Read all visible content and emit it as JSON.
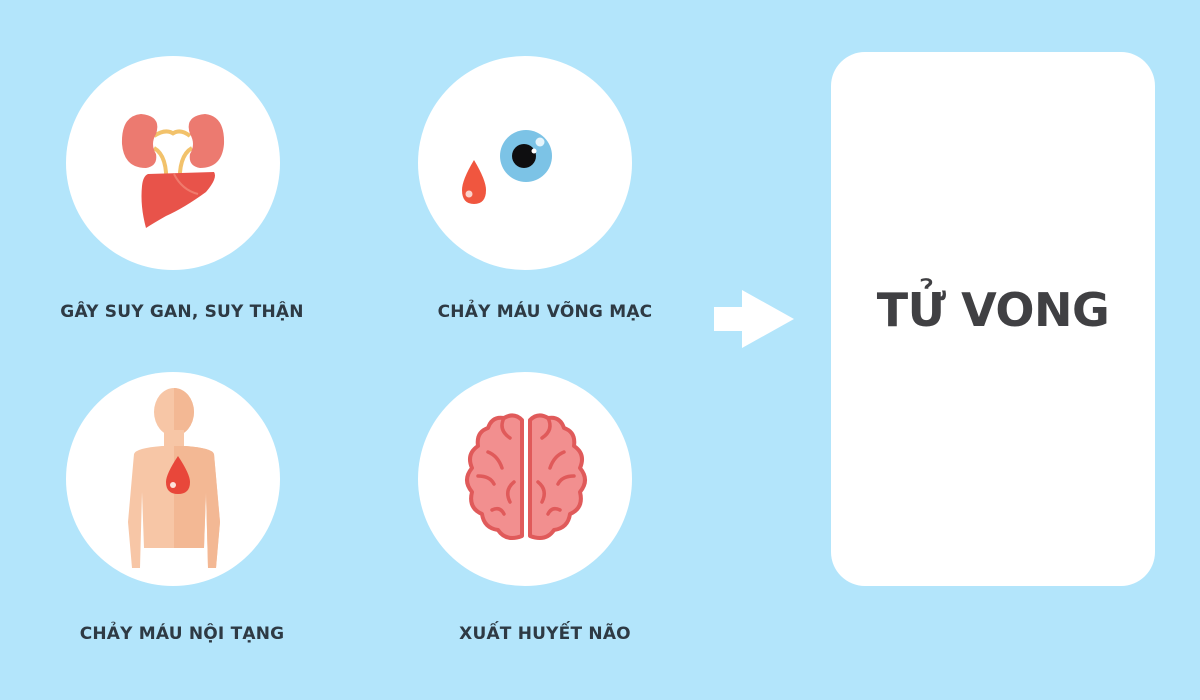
{
  "background_color": "#b3e5fb",
  "causes": [
    {
      "id": "liver-kidney",
      "icon": "kidney-liver-icon",
      "label": "GÂY SUY GAN, SUY THẬN"
    },
    {
      "id": "retina",
      "icon": "eye-blood-drop-icon",
      "label": "CHẢY MÁU VÕNG MẠC"
    },
    {
      "id": "internal",
      "icon": "body-blood-drop-icon",
      "label": "CHẢY MÁU NỘI TẠNG"
    },
    {
      "id": "brain",
      "icon": "brain-icon",
      "label": "XUẤT HUYẾT NÃO"
    }
  ],
  "arrow": {
    "icon": "right-arrow-icon",
    "color": "#ffffff"
  },
  "result": {
    "label": "TỬ VONG",
    "text_color": "#404043"
  },
  "colors": {
    "label_text": "#2e3a44",
    "organ_red": "#e8534a",
    "kidney_pink": "#ec7a70",
    "ureter_yellow": "#f2c26b",
    "eye_blue": "#7cc3e6",
    "blood_drop": "#f0563f",
    "skin": "#f7c6a6",
    "brain_pink": "#f28f8f",
    "brain_outline": "#e05a5a"
  }
}
